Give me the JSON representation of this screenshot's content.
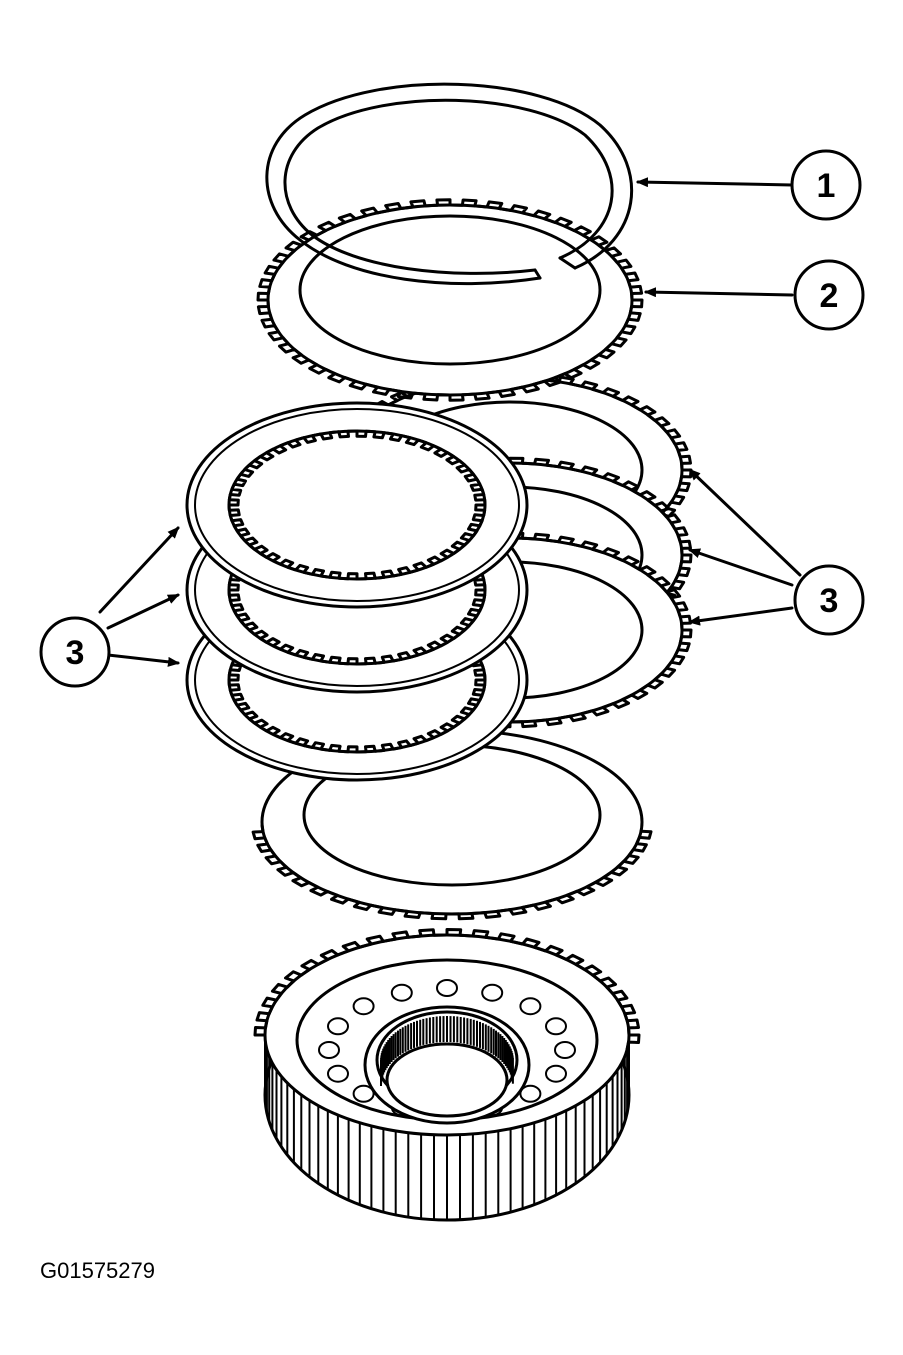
{
  "figure_id": "G01575279",
  "callouts": [
    {
      "label": "1",
      "part": "snap-ring"
    },
    {
      "label": "2",
      "part": "pressure-plate"
    },
    {
      "label": "3",
      "part": "clutch-plates-left"
    },
    {
      "label": "3",
      "part": "clutch-plates-right"
    }
  ]
}
